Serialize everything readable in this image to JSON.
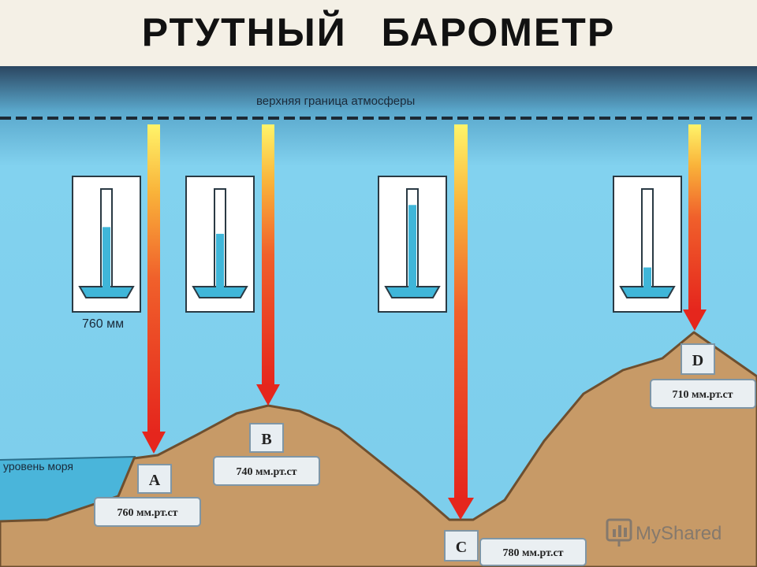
{
  "title": "РТУТНЫЙ  БАРОМЕТР",
  "labels": {
    "upper_boundary": "верхняя граница атмосферы",
    "sea_level": "уровень моря",
    "tube_reading": "760 мм"
  },
  "points": [
    {
      "letter": "A",
      "pressure": "760 мм.рт.ст",
      "mercury_level": 0.62
    },
    {
      "letter": "B",
      "pressure": "740 мм.рт.ст",
      "mercury_level": 0.55
    },
    {
      "letter": "C",
      "pressure": "780 мм.рт.ст",
      "mercury_level": 0.85
    },
    {
      "letter": "D",
      "pressure": "710 мм.рт.ст",
      "mercury_level": 0.2
    }
  ],
  "watermark": "MyShared",
  "colors": {
    "sky": "#7fd0ee",
    "sky_top": "#2a4a66",
    "ground": "#c79a67",
    "sea": "#4ab5da",
    "mercury": "#3fb6d9",
    "arrow_top": "#fff46a",
    "arrow_bottom": "#e8261c"
  }
}
